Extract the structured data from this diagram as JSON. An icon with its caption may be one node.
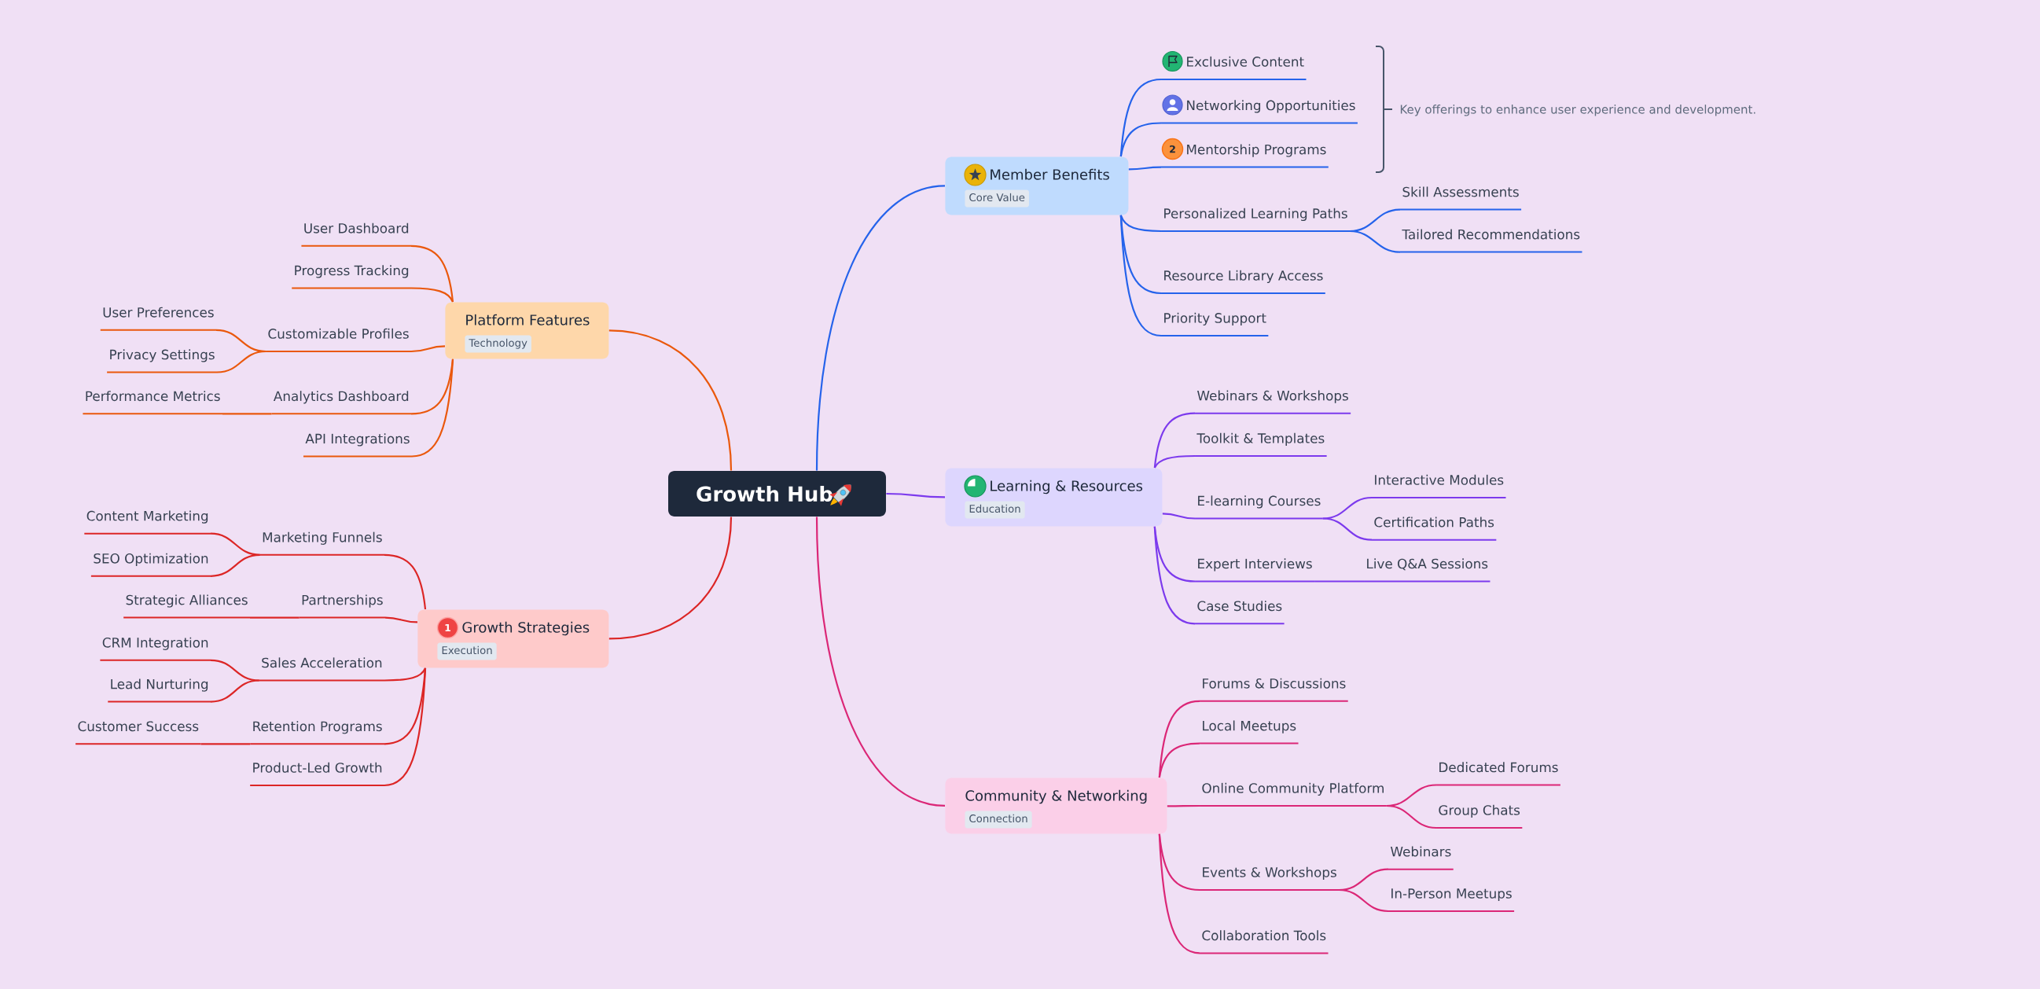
{
  "diagram": {
    "nodes": [
      {
        "text": [
          "Growth Hub"
        ]
      },
      {
        "text": [
          "Member Benefits",
          "Core Value"
        ]
      },
      {
        "text": [
          "Exclusive Content"
        ]
      },
      {
        "text": [
          "Networking Opportunities"
        ]
      },
      {
        "text": [
          "Mentorship Programs"
        ]
      },
      {
        "text": [
          "2"
        ],
        "in": 4
      },
      {
        "text": [
          "Personalized Learning Paths"
        ]
      },
      {
        "text": [
          "Skill Assessments"
        ]
      },
      {
        "text": [
          "Tailored Recommendations"
        ]
      },
      {
        "text": [
          "Resource Library Access"
        ]
      },
      {
        "text": [
          "Priority Support"
        ]
      },
      {
        "text": [
          "Learning & Resources",
          "Education"
        ]
      },
      {
        "text": [
          "Webinars & Workshops"
        ]
      },
      {
        "text": [
          "Toolkit & Templates"
        ]
      },
      {
        "text": [
          "E-learning Courses"
        ]
      },
      {
        "text": [
          "Interactive Modules"
        ]
      },
      {
        "text": [
          "Certification Paths"
        ]
      },
      {
        "text": [
          "Expert Interviews"
        ]
      },
      {
        "text": [
          "Live Q&A Sessions"
        ]
      },
      {
        "text": [
          "Case Studies"
        ]
      },
      {
        "text": [
          "Community & Networking",
          "Connection"
        ]
      },
      {
        "text": [
          "Forums & Discussions"
        ]
      },
      {
        "text": [
          "Local Meetups"
        ]
      },
      {
        "text": [
          "Online Community Platform"
        ]
      },
      {
        "text": [
          "Dedicated Forums"
        ]
      },
      {
        "text": [
          "Group Chats"
        ]
      },
      {
        "text": [
          "Events & Workshops"
        ]
      },
      {
        "text": [
          "Webinars"
        ]
      },
      {
        "text": [
          "In-Person Meetups"
        ]
      },
      {
        "text": [
          "Collaboration Tools"
        ]
      },
      {
        "text": [
          "Platform Features",
          "Technology"
        ]
      },
      {
        "text": [
          "User Dashboard"
        ]
      },
      {
        "text": [
          "Progress Tracking"
        ]
      },
      {
        "text": [
          "Customizable Profiles"
        ]
      },
      {
        "text": [
          "User Preferences"
        ]
      },
      {
        "text": [
          "Privacy Settings"
        ]
      },
      {
        "text": [
          "Analytics Dashboard"
        ]
      },
      {
        "text": [
          "Performance Metrics"
        ]
      },
      {
        "text": [
          "API Integrations"
        ]
      },
      {
        "text": [
          "Growth Strategies",
          "Execution"
        ]
      },
      {
        "text": [
          "1"
        ],
        "in": 39
      },
      {
        "text": [
          "Marketing Funnels"
        ]
      },
      {
        "text": [
          "Content Marketing"
        ]
      },
      {
        "text": [
          "SEO Optimization"
        ]
      },
      {
        "text": [
          "Partnerships"
        ]
      },
      {
        "text": [
          "Strategic Alliances"
        ]
      },
      {
        "text": [
          "Sales Acceleration"
        ]
      },
      {
        "text": [
          "CRM Integration"
        ]
      },
      {
        "text": [
          "Lead Nurturing"
        ]
      },
      {
        "text": [
          "Retention Programs"
        ]
      },
      {
        "text": [
          "Customer Success"
        ]
      },
      {
        "text": [
          "Product-Led Growth"
        ]
      }
    ],
    "edges": [
      {
        "from": 0,
        "to": 1,
        "arrow": "none",
        "color": "#2563eb"
      },
      {
        "from": 1,
        "to": 2,
        "arrow": "none",
        "color": "#2563eb"
      },
      {
        "from": 1,
        "to": 3,
        "arrow": "none",
        "color": "#2563eb"
      },
      {
        "from": 1,
        "to": 4,
        "arrow": "none",
        "color": "#2563eb"
      },
      {
        "from": 1,
        "to": 6,
        "arrow": "none",
        "color": "#2563eb"
      },
      {
        "from": 6,
        "to": 7,
        "arrow": "none",
        "color": "#2563eb"
      },
      {
        "from": 6,
        "to": 8,
        "arrow": "none",
        "color": "#2563eb"
      },
      {
        "from": 1,
        "to": 9,
        "arrow": "none",
        "color": "#2563eb"
      },
      {
        "from": 1,
        "to": 10,
        "arrow": "none",
        "color": "#2563eb"
      },
      {
        "from": 0,
        "to": 11,
        "arrow": "none",
        "color": "#7c3aed"
      },
      {
        "from": 11,
        "to": 12,
        "arrow": "none",
        "color": "#7c3aed"
      },
      {
        "from": 11,
        "to": 13,
        "arrow": "none",
        "color": "#7c3aed"
      },
      {
        "from": 11,
        "to": 14,
        "arrow": "none",
        "color": "#7c3aed"
      },
      {
        "from": 14,
        "to": 15,
        "arrow": "none",
        "color": "#7c3aed"
      },
      {
        "from": 14,
        "to": 16,
        "arrow": "none",
        "color": "#7c3aed"
      },
      {
        "from": 11,
        "to": 17,
        "arrow": "none",
        "color": "#7c3aed"
      },
      {
        "from": 17,
        "to": 18,
        "arrow": "none",
        "color": "#7c3aed"
      },
      {
        "from": 11,
        "to": 19,
        "arrow": "none",
        "color": "#7c3aed"
      },
      {
        "from": 0,
        "to": 20,
        "arrow": "none",
        "color": "#db2777"
      },
      {
        "from": 20,
        "to": 21,
        "arrow": "none",
        "color": "#db2777"
      },
      {
        "from": 20,
        "to": 22,
        "arrow": "none",
        "color": "#db2777"
      },
      {
        "from": 20,
        "to": 23,
        "arrow": "none",
        "color": "#db2777"
      },
      {
        "from": 23,
        "to": 24,
        "arrow": "none",
        "color": "#db2777"
      },
      {
        "from": 23,
        "to": 25,
        "arrow": "none",
        "color": "#db2777"
      },
      {
        "from": 20,
        "to": 26,
        "arrow": "none",
        "color": "#db2777"
      },
      {
        "from": 26,
        "to": 27,
        "arrow": "none",
        "color": "#db2777"
      },
      {
        "from": 26,
        "to": 28,
        "arrow": "none",
        "color": "#db2777"
      },
      {
        "from": 20,
        "to": 29,
        "arrow": "none",
        "color": "#db2777"
      },
      {
        "from": 0,
        "to": 30,
        "arrow": "none",
        "color": "#ea580c"
      },
      {
        "from": 30,
        "to": 31,
        "arrow": "none",
        "color": "#ea580c"
      },
      {
        "from": 30,
        "to": 32,
        "arrow": "none",
        "color": "#ea580c"
      },
      {
        "from": 30,
        "to": 33,
        "arrow": "none",
        "color": "#ea580c"
      },
      {
        "from": 33,
        "to": 34,
        "arrow": "none",
        "color": "#ea580c"
      },
      {
        "from": 33,
        "to": 35,
        "arrow": "none",
        "color": "#ea580c"
      },
      {
        "from": 30,
        "to": 36,
        "arrow": "none",
        "color": "#ea580c"
      },
      {
        "from": 36,
        "to": 37,
        "arrow": "none",
        "color": "#ea580c"
      },
      {
        "from": 30,
        "to": 38,
        "arrow": "none",
        "color": "#ea580c"
      },
      {
        "from": 0,
        "to": 39,
        "arrow": "none",
        "color": "#dc2626"
      },
      {
        "from": 39,
        "to": 41,
        "arrow": "none",
        "color": "#dc2626"
      },
      {
        "from": 41,
        "to": 42,
        "arrow": "none",
        "color": "#dc2626"
      },
      {
        "from": 41,
        "to": 43,
        "arrow": "none",
        "color": "#dc2626"
      },
      {
        "from": 39,
        "to": 44,
        "arrow": "none",
        "color": "#dc2626"
      },
      {
        "from": 44,
        "to": 45,
        "arrow": "none",
        "color": "#dc2626"
      },
      {
        "from": 39,
        "to": 46,
        "arrow": "none",
        "color": "#dc2626"
      },
      {
        "from": 46,
        "to": 47,
        "arrow": "none",
        "color": "#dc2626"
      },
      {
        "from": 46,
        "to": 48,
        "arrow": "none",
        "color": "#dc2626"
      },
      {
        "from": 39,
        "to": 49,
        "arrow": "none",
        "color": "#dc2626"
      },
      {
        "from": 49,
        "to": 50,
        "arrow": "none",
        "color": "#dc2626"
      },
      {
        "from": 39,
        "to": 51,
        "arrow": "none",
        "color": "#dc2626"
      }
    ],
    "labels": [
      "Key offerings to enhance user experience and development."
    ]
  }
}
